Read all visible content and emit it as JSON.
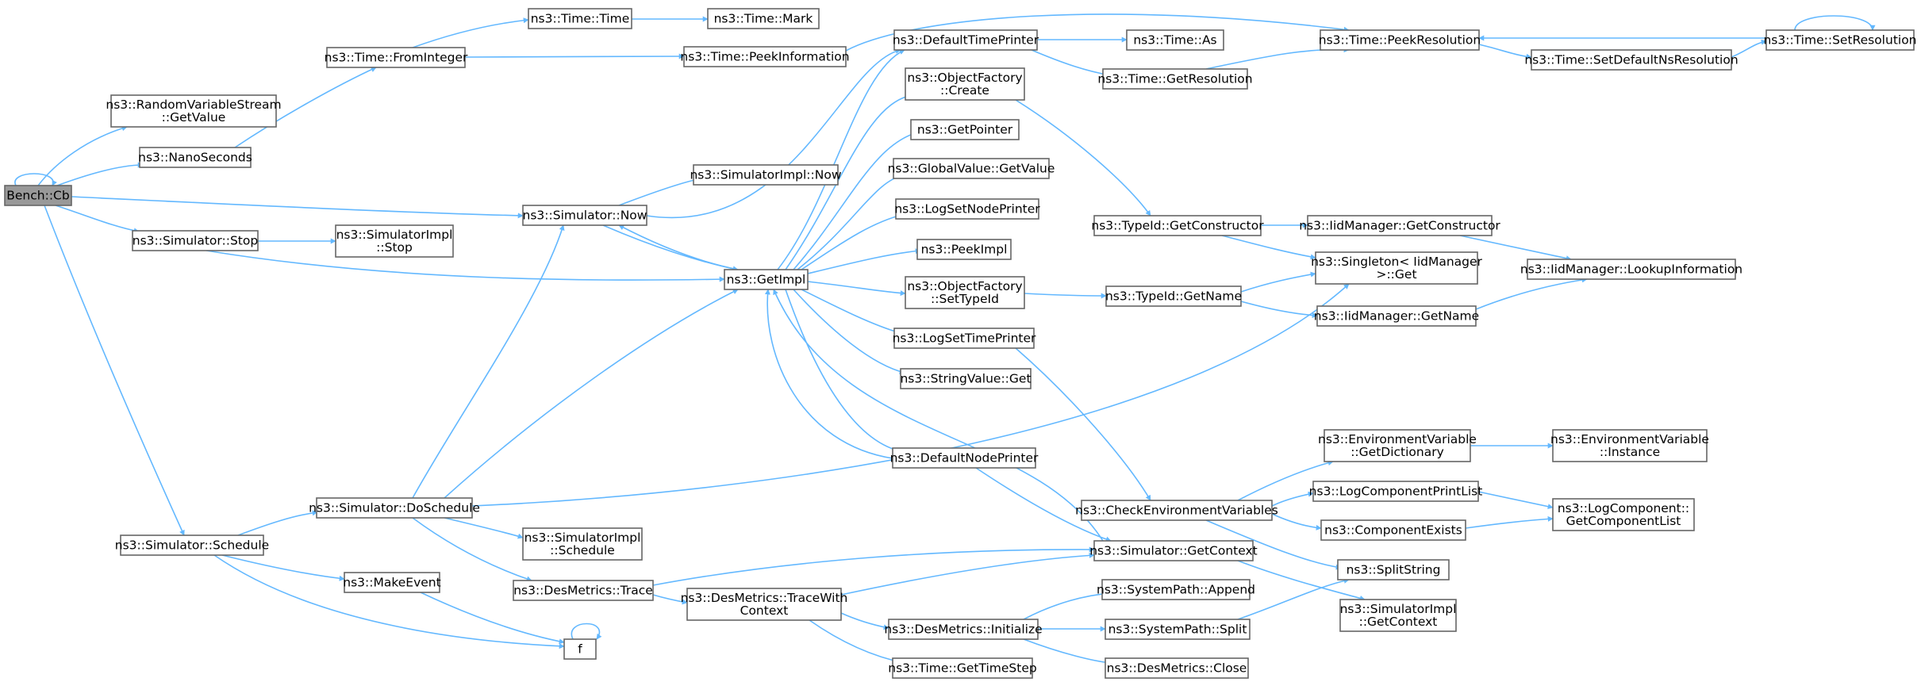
{
  "diagram": {
    "type": "call-graph",
    "edge_color": "#63b8ff",
    "root_fill": "#999999",
    "node_border": "#666666",
    "nodes": [
      {
        "id": "bench_cb",
        "lines": [
          "Bench::Cb"
        ],
        "root": true
      },
      {
        "id": "rvs_getvalue",
        "lines": [
          "ns3::RandomVariableStream",
          "::GetValue"
        ]
      },
      {
        "id": "nanoseconds",
        "lines": [
          "ns3::NanoSeconds"
        ]
      },
      {
        "id": "time_frominteger",
        "lines": [
          "ns3::Time::FromInteger"
        ]
      },
      {
        "id": "time_time",
        "lines": [
          "ns3::Time::Time"
        ]
      },
      {
        "id": "time_mark",
        "lines": [
          "ns3::Time::Mark"
        ]
      },
      {
        "id": "time_peekinformation",
        "lines": [
          "ns3::Time::PeekInformation"
        ]
      },
      {
        "id": "simimpl_now",
        "lines": [
          "ns3::SimulatorImpl::Now"
        ]
      },
      {
        "id": "sim_now",
        "lines": [
          "ns3::Simulator::Now"
        ]
      },
      {
        "id": "sim_stop",
        "lines": [
          "ns3::Simulator::Stop"
        ]
      },
      {
        "id": "simimpl_stop",
        "lines": [
          "ns3::SimulatorImpl",
          "::Stop"
        ]
      },
      {
        "id": "getimpl",
        "lines": [
          "ns3::GetImpl"
        ]
      },
      {
        "id": "default_time_printer",
        "lines": [
          "ns3::DefaultTimePrinter"
        ]
      },
      {
        "id": "objfactory_create",
        "lines": [
          "ns3::ObjectFactory",
          "::Create"
        ]
      },
      {
        "id": "getpointer",
        "lines": [
          "ns3::GetPointer"
        ]
      },
      {
        "id": "globalvalue_getvalue",
        "lines": [
          "ns3::GlobalValue::GetValue"
        ]
      },
      {
        "id": "logsetnodeprinter",
        "lines": [
          "ns3::LogSetNodePrinter"
        ]
      },
      {
        "id": "peekimpl",
        "lines": [
          "ns3::PeekImpl"
        ]
      },
      {
        "id": "objfactory_settypeid",
        "lines": [
          "ns3::ObjectFactory",
          "::SetTypeId"
        ]
      },
      {
        "id": "logsettimeprinter",
        "lines": [
          "ns3::LogSetTimePrinter"
        ]
      },
      {
        "id": "stringvalue_get",
        "lines": [
          "ns3::StringValue::Get"
        ]
      },
      {
        "id": "default_node_printer",
        "lines": [
          "ns3::DefaultNodePrinter"
        ]
      },
      {
        "id": "time_as",
        "lines": [
          "ns3::Time::As"
        ]
      },
      {
        "id": "time_getresolution",
        "lines": [
          "ns3::Time::GetResolution"
        ]
      },
      {
        "id": "time_peekresolution",
        "lines": [
          "ns3::Time::PeekResolution"
        ]
      },
      {
        "id": "time_setdefaultnsresolution",
        "lines": [
          "ns3::Time::SetDefaultNsResolution"
        ]
      },
      {
        "id": "time_setresolution",
        "lines": [
          "ns3::Time::SetResolution"
        ]
      },
      {
        "id": "typeid_getconstructor",
        "lines": [
          "ns3::TypeId::GetConstructor"
        ]
      },
      {
        "id": "iidmanager_getconstructor",
        "lines": [
          "ns3::IidManager::GetConstructor"
        ]
      },
      {
        "id": "singleton_get",
        "lines": [
          "ns3::Singleton< IidManager",
          ">::Get"
        ]
      },
      {
        "id": "iidmanager_lookupinformation",
        "lines": [
          "ns3::IidManager::LookupInformation"
        ]
      },
      {
        "id": "typeid_getname",
        "lines": [
          "ns3::TypeId::GetName"
        ]
      },
      {
        "id": "iidmanager_getname",
        "lines": [
          "ns3::IidManager::GetName"
        ]
      },
      {
        "id": "envvar_getdictionary",
        "lines": [
          "ns3::EnvironmentVariable",
          "::GetDictionary"
        ]
      },
      {
        "id": "envvar_instance",
        "lines": [
          "ns3::EnvironmentVariable",
          "::Instance"
        ]
      },
      {
        "id": "checkenvvars",
        "lines": [
          "ns3::CheckEnvironmentVariables"
        ]
      },
      {
        "id": "logcomponentprintlist",
        "lines": [
          "ns3::LogComponentPrintList"
        ]
      },
      {
        "id": "logcomponent_getcomponentlist",
        "lines": [
          "ns3::LogComponent::",
          "GetComponentList"
        ]
      },
      {
        "id": "componentexists",
        "lines": [
          "ns3::ComponentExists"
        ]
      },
      {
        "id": "sim_getcontext",
        "lines": [
          "ns3::Simulator::GetContext"
        ]
      },
      {
        "id": "splitstring",
        "lines": [
          "ns3::SplitString"
        ]
      },
      {
        "id": "simimpl_getcontext",
        "lines": [
          "ns3::SimulatorImpl",
          "::GetContext"
        ]
      },
      {
        "id": "sim_doschedule",
        "lines": [
          "ns3::Simulator::DoSchedule"
        ]
      },
      {
        "id": "simimpl_schedule",
        "lines": [
          "ns3::SimulatorImpl",
          "::Schedule"
        ]
      },
      {
        "id": "sim_schedule",
        "lines": [
          "ns3::Simulator::Schedule"
        ]
      },
      {
        "id": "makeevent",
        "lines": [
          "ns3::MakeEvent"
        ]
      },
      {
        "id": "desmetrics_trace",
        "lines": [
          "ns3::DesMetrics::Trace"
        ]
      },
      {
        "id": "desmetrics_tracewithcontext",
        "lines": [
          "ns3::DesMetrics::TraceWith",
          "Context"
        ]
      },
      {
        "id": "f",
        "lines": [
          "f"
        ]
      },
      {
        "id": "systempath_append",
        "lines": [
          "ns3::SystemPath::Append"
        ]
      },
      {
        "id": "desmetrics_initialize",
        "lines": [
          "ns3::DesMetrics::Initialize"
        ]
      },
      {
        "id": "systempath_split",
        "lines": [
          "ns3::SystemPath::Split"
        ]
      },
      {
        "id": "time_gettimestep",
        "lines": [
          "ns3::Time::GetTimeStep"
        ]
      },
      {
        "id": "desmetrics_close",
        "lines": [
          "ns3::DesMetrics::Close"
        ]
      }
    ]
  }
}
